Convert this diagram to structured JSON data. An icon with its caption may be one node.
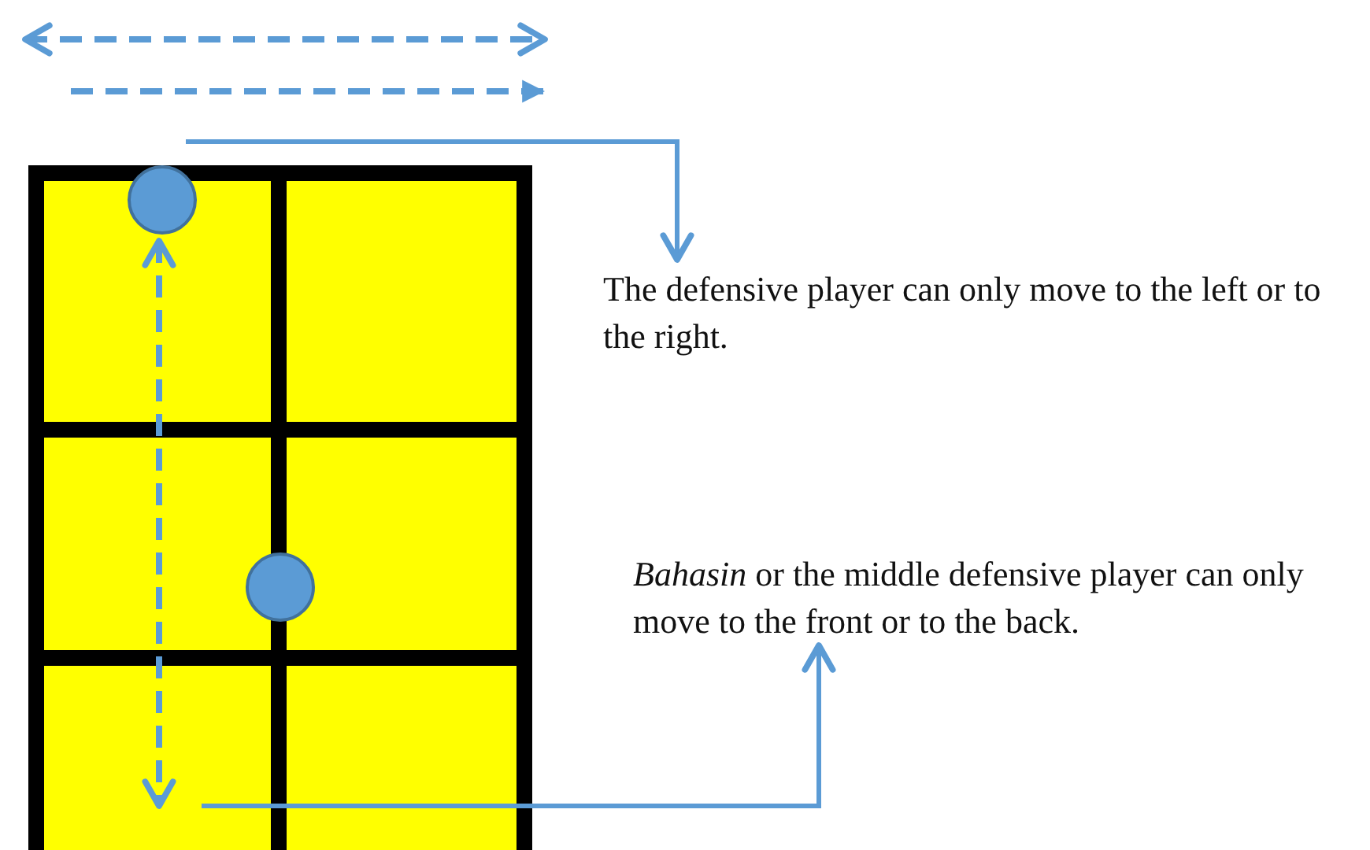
{
  "diagram": {
    "nodes": [
      {
        "text": [
          "The defensive player can only move to the left or to the right."
        ]
      },
      {
        "text": [
          "*Bahasin* or the middle defensive player can only move to the front or to the back."
        ]
      }
    ],
    "edges": [
      {
        "from": null,
        "to": 0,
        "arrow": "to"
      },
      {
        "from": null,
        "to": 1,
        "arrow": "to"
      }
    ]
  }
}
